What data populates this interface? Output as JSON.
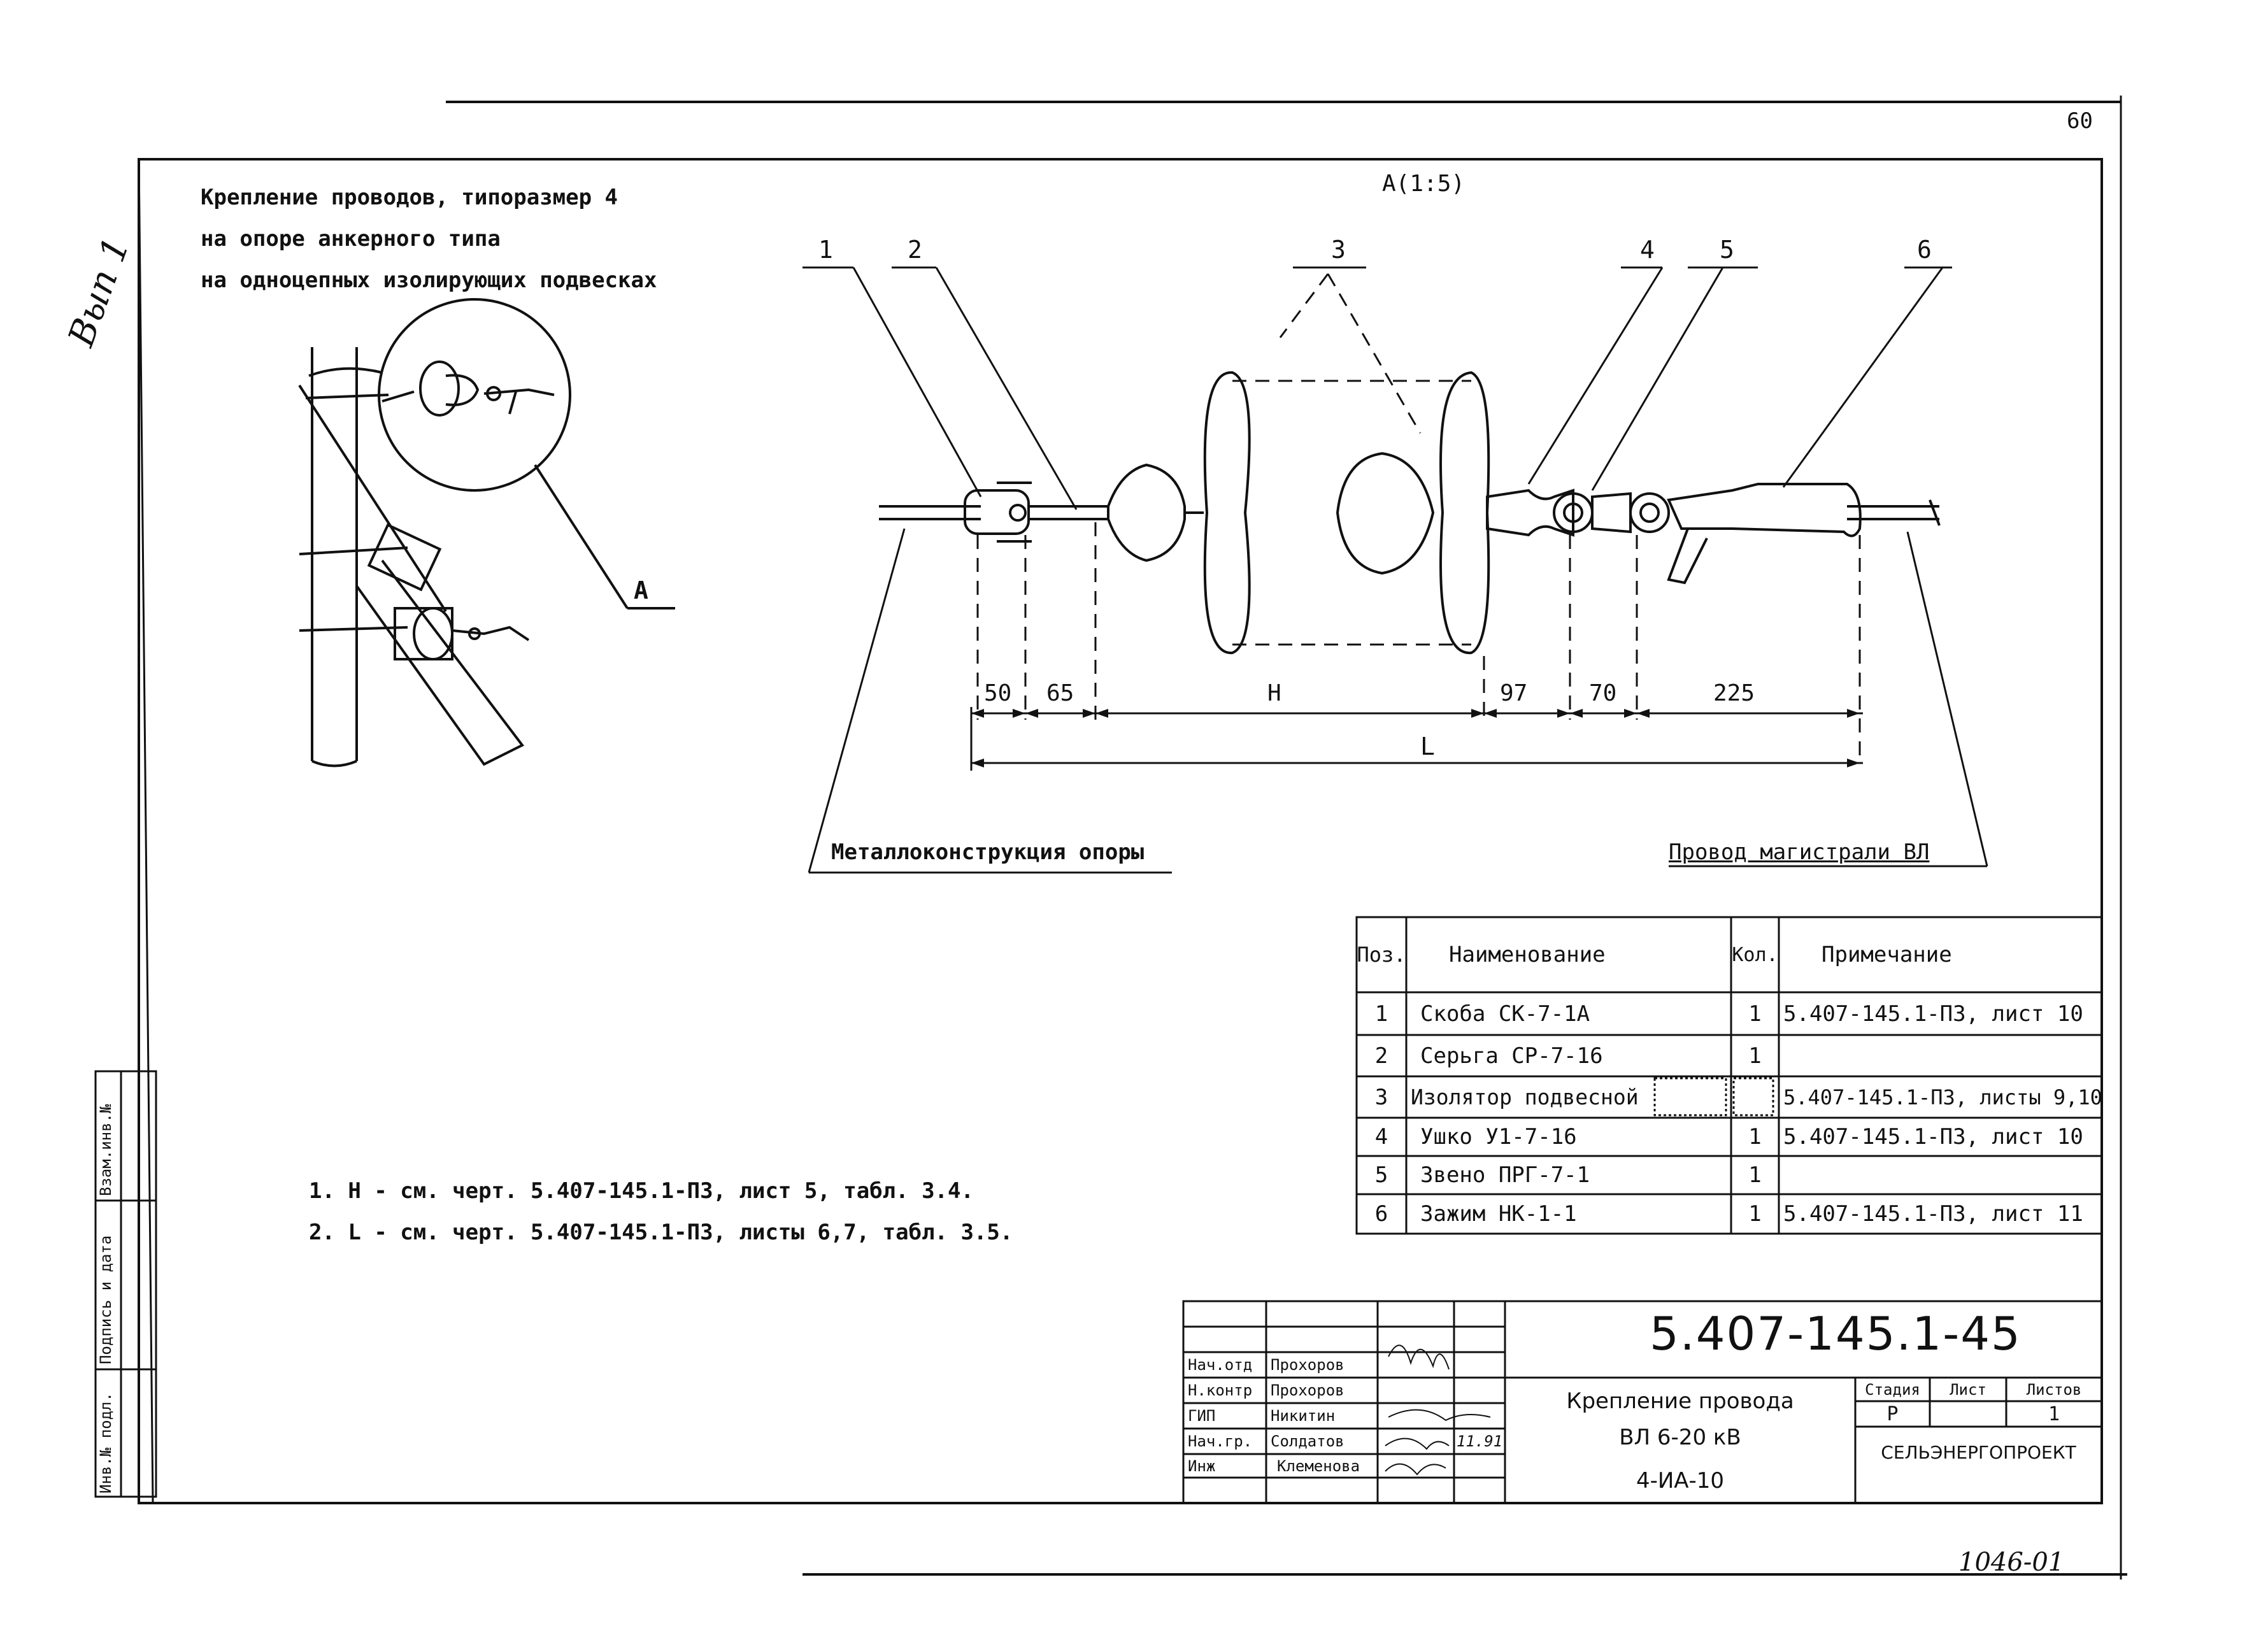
{
  "page_number": "60",
  "margin_note": "Вып 1",
  "footer_note": "1046-01",
  "title_lines": [
    "Крепление проводов, типоразмер 4",
    "на опоре анкерного типа",
    "на одноцепных изолирующих подвесках"
  ],
  "view_label": "А(1:5)",
  "callout_A": "А",
  "positions": [
    "1",
    "2",
    "3",
    "4",
    "5",
    "6"
  ],
  "dimensions": {
    "d50": "50",
    "d65": "65",
    "H": "Н",
    "d97": "97",
    "d70": "70",
    "d225": "225",
    "L": "L"
  },
  "label_left": "Металлоконструкция опоры",
  "label_right": "Провод магистрали ВЛ",
  "notes": [
    "1. Н - см. черт. 5.407-145.1-ПЗ, лист 5, табл. 3.4.",
    "2. L - см. черт. 5.407-145.1-ПЗ, листы 6,7, табл. 3.5."
  ],
  "spec_table": {
    "headers": [
      "Поз.",
      "Наименование",
      "Кол.",
      "Примечание"
    ],
    "rows": [
      {
        "pos": "1",
        "name": "Скоба СК-7-1А",
        "qty": "1",
        "note": "5.407-145.1-ПЗ, лист 10"
      },
      {
        "pos": "2",
        "name": "Серьга СР-7-16",
        "qty": "1",
        "note": ""
      },
      {
        "pos": "3",
        "name": "Изолятор подвесной",
        "qty": "",
        "note": "5.407-145.1-ПЗ, листы 9,10"
      },
      {
        "pos": "4",
        "name": "Ушко У1-7-16",
        "qty": "1",
        "note": "5.407-145.1-ПЗ, лист 10"
      },
      {
        "pos": "5",
        "name": "Звено ПРГ-7-1",
        "qty": "1",
        "note": ""
      },
      {
        "pos": "6",
        "name": "Зажим НК-1-1",
        "qty": "1",
        "note": "5.407-145.1-ПЗ, лист 11"
      }
    ]
  },
  "side_stamp": [
    "Взам.инв.№",
    "Подпись и дата",
    "Инв.№ подл."
  ],
  "title_block": {
    "doc_number": "5.407-145.1-45",
    "roles": [
      {
        "role": "Нач.отд",
        "name": "Прохоров"
      },
      {
        "role": "Н.контр",
        "name": "Прохоров"
      },
      {
        "role": "ГИП",
        "name": "Никитин"
      },
      {
        "role": "Нач.гр.",
        "name": "Солдатов"
      },
      {
        "role": "Инж",
        "name": "Клеменова"
      }
    ],
    "date_mark": "11.91",
    "name_lines": [
      "Крепление провода",
      "ВЛ 6-20 кВ",
      "4-ИА-10"
    ],
    "stage_header": "Стадия",
    "sheet_header": "Лист",
    "sheets_header": "Листов",
    "stage": "Р",
    "sheets": "1",
    "organization": "СЕЛЬЭНЕРГОПРОЕКТ"
  }
}
